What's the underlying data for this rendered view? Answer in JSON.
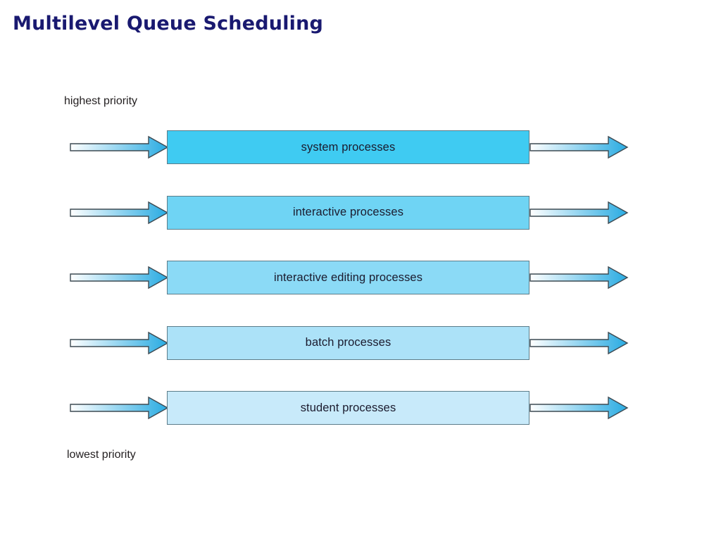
{
  "slide": {
    "title": "Multilevel Queue Scheduling",
    "title_color": "#191970",
    "background": "#ffffff"
  },
  "labels": {
    "highest_priority": "highest priority",
    "lowest_priority": "lowest priority",
    "text_color": "#231f20"
  },
  "diagram": {
    "type": "multilevel-queue",
    "arrow_gradient_from": "#ffffff",
    "arrow_gradient_to": "#29ABE2",
    "arrow_outline": "#3d4a52",
    "box_border": "#5c7d8a",
    "queues": [
      {
        "level": 1,
        "label": "system processes",
        "fill": "#3fcbf2",
        "in_arrow": "inbound-arrow",
        "out_arrow": "outbound-arrow"
      },
      {
        "level": 2,
        "label": "interactive processes",
        "fill": "#6fd4f4",
        "in_arrow": "inbound-arrow",
        "out_arrow": "outbound-arrow"
      },
      {
        "level": 3,
        "label": "interactive editing processes",
        "fill": "#8bdaf6",
        "in_arrow": "inbound-arrow",
        "out_arrow": "outbound-arrow"
      },
      {
        "level": 4,
        "label": "batch processes",
        "fill": "#ace2f8",
        "in_arrow": "inbound-arrow",
        "out_arrow": "outbound-arrow"
      },
      {
        "level": 5,
        "label": "student processes",
        "fill": "#c8eafa",
        "in_arrow": "inbound-arrow",
        "out_arrow": "outbound-arrow"
      }
    ]
  }
}
